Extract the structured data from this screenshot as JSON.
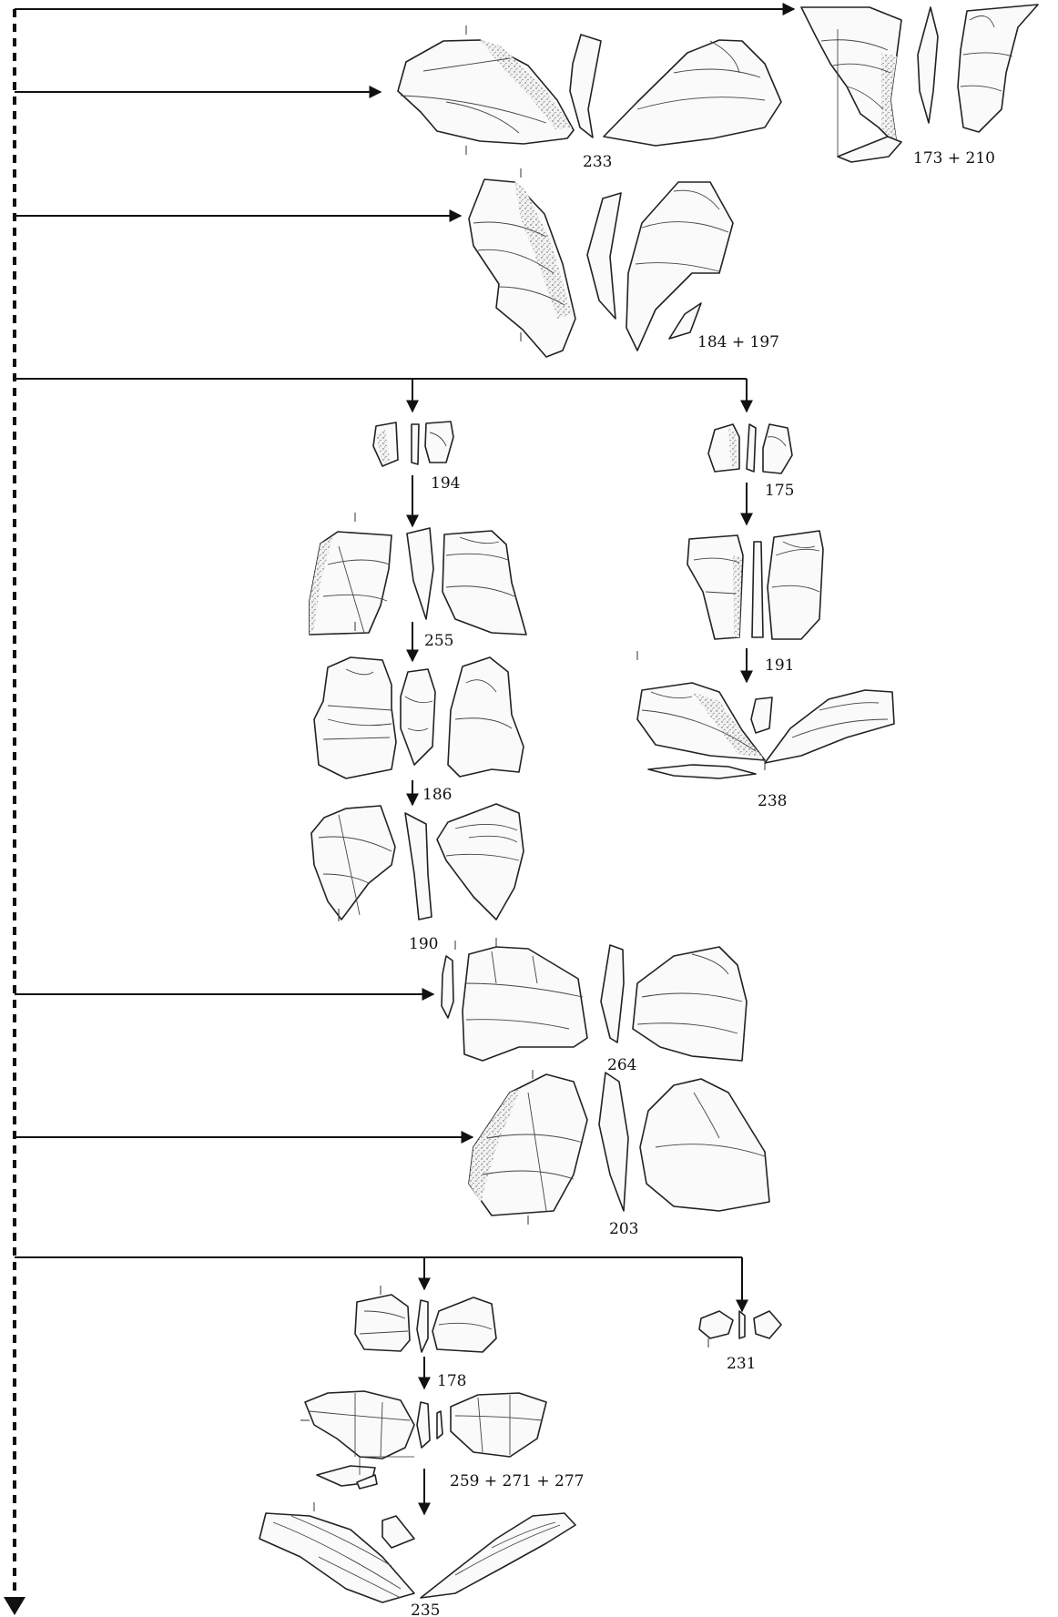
{
  "labels": {
    "l233": "233",
    "l173_210": "173 + 210",
    "l184_197": "184 + 197",
    "l194": "194",
    "l175": "175",
    "l255": "255",
    "l191": "191",
    "l186": "186",
    "l238": "238",
    "l190": "190",
    "l264": "264",
    "l203": "203",
    "l178": "178",
    "l231": "231",
    "l259_271_277": "259 + 271 + 277",
    "l235": "235"
  }
}
